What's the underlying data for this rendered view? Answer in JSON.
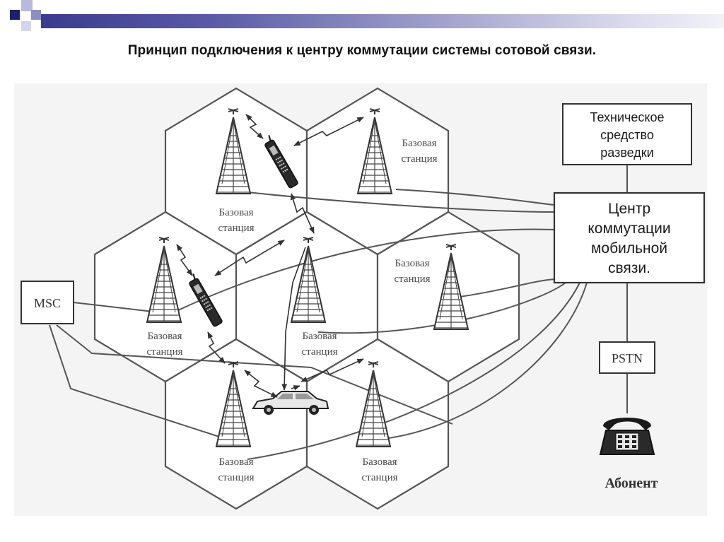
{
  "slide": {
    "title": "Принцип подключения к центру коммутации системы сотовой связи."
  },
  "diagram": {
    "cells": [
      {
        "id": "cell-top-left",
        "label": "Базовая станция"
      },
      {
        "id": "cell-top-right",
        "label": "Базовая станция"
      },
      {
        "id": "cell-middle-left",
        "label": "Базовая станция"
      },
      {
        "id": "cell-center",
        "label": "Базовая станция"
      },
      {
        "id": "cell-middle-right",
        "label": "Базовая станция"
      },
      {
        "id": "cell-bottom-left",
        "label": "Базовая станция"
      },
      {
        "id": "cell-bottom-right",
        "label": "Базовая станция"
      }
    ],
    "base_station_word1": "Базовая",
    "base_station_word2": "станция",
    "boxes": {
      "recon": {
        "lines": [
          "Техническое",
          "средство",
          "разведки"
        ]
      },
      "msc_center": {
        "lines": [
          "Центр",
          "коммутации",
          "мобильной",
          "связи."
        ]
      },
      "msc": "MSC",
      "pstn": "PSTN"
    },
    "subscriber": "Абонент",
    "colors": {
      "line": "#555555",
      "accent": "#3b3b8e"
    }
  }
}
